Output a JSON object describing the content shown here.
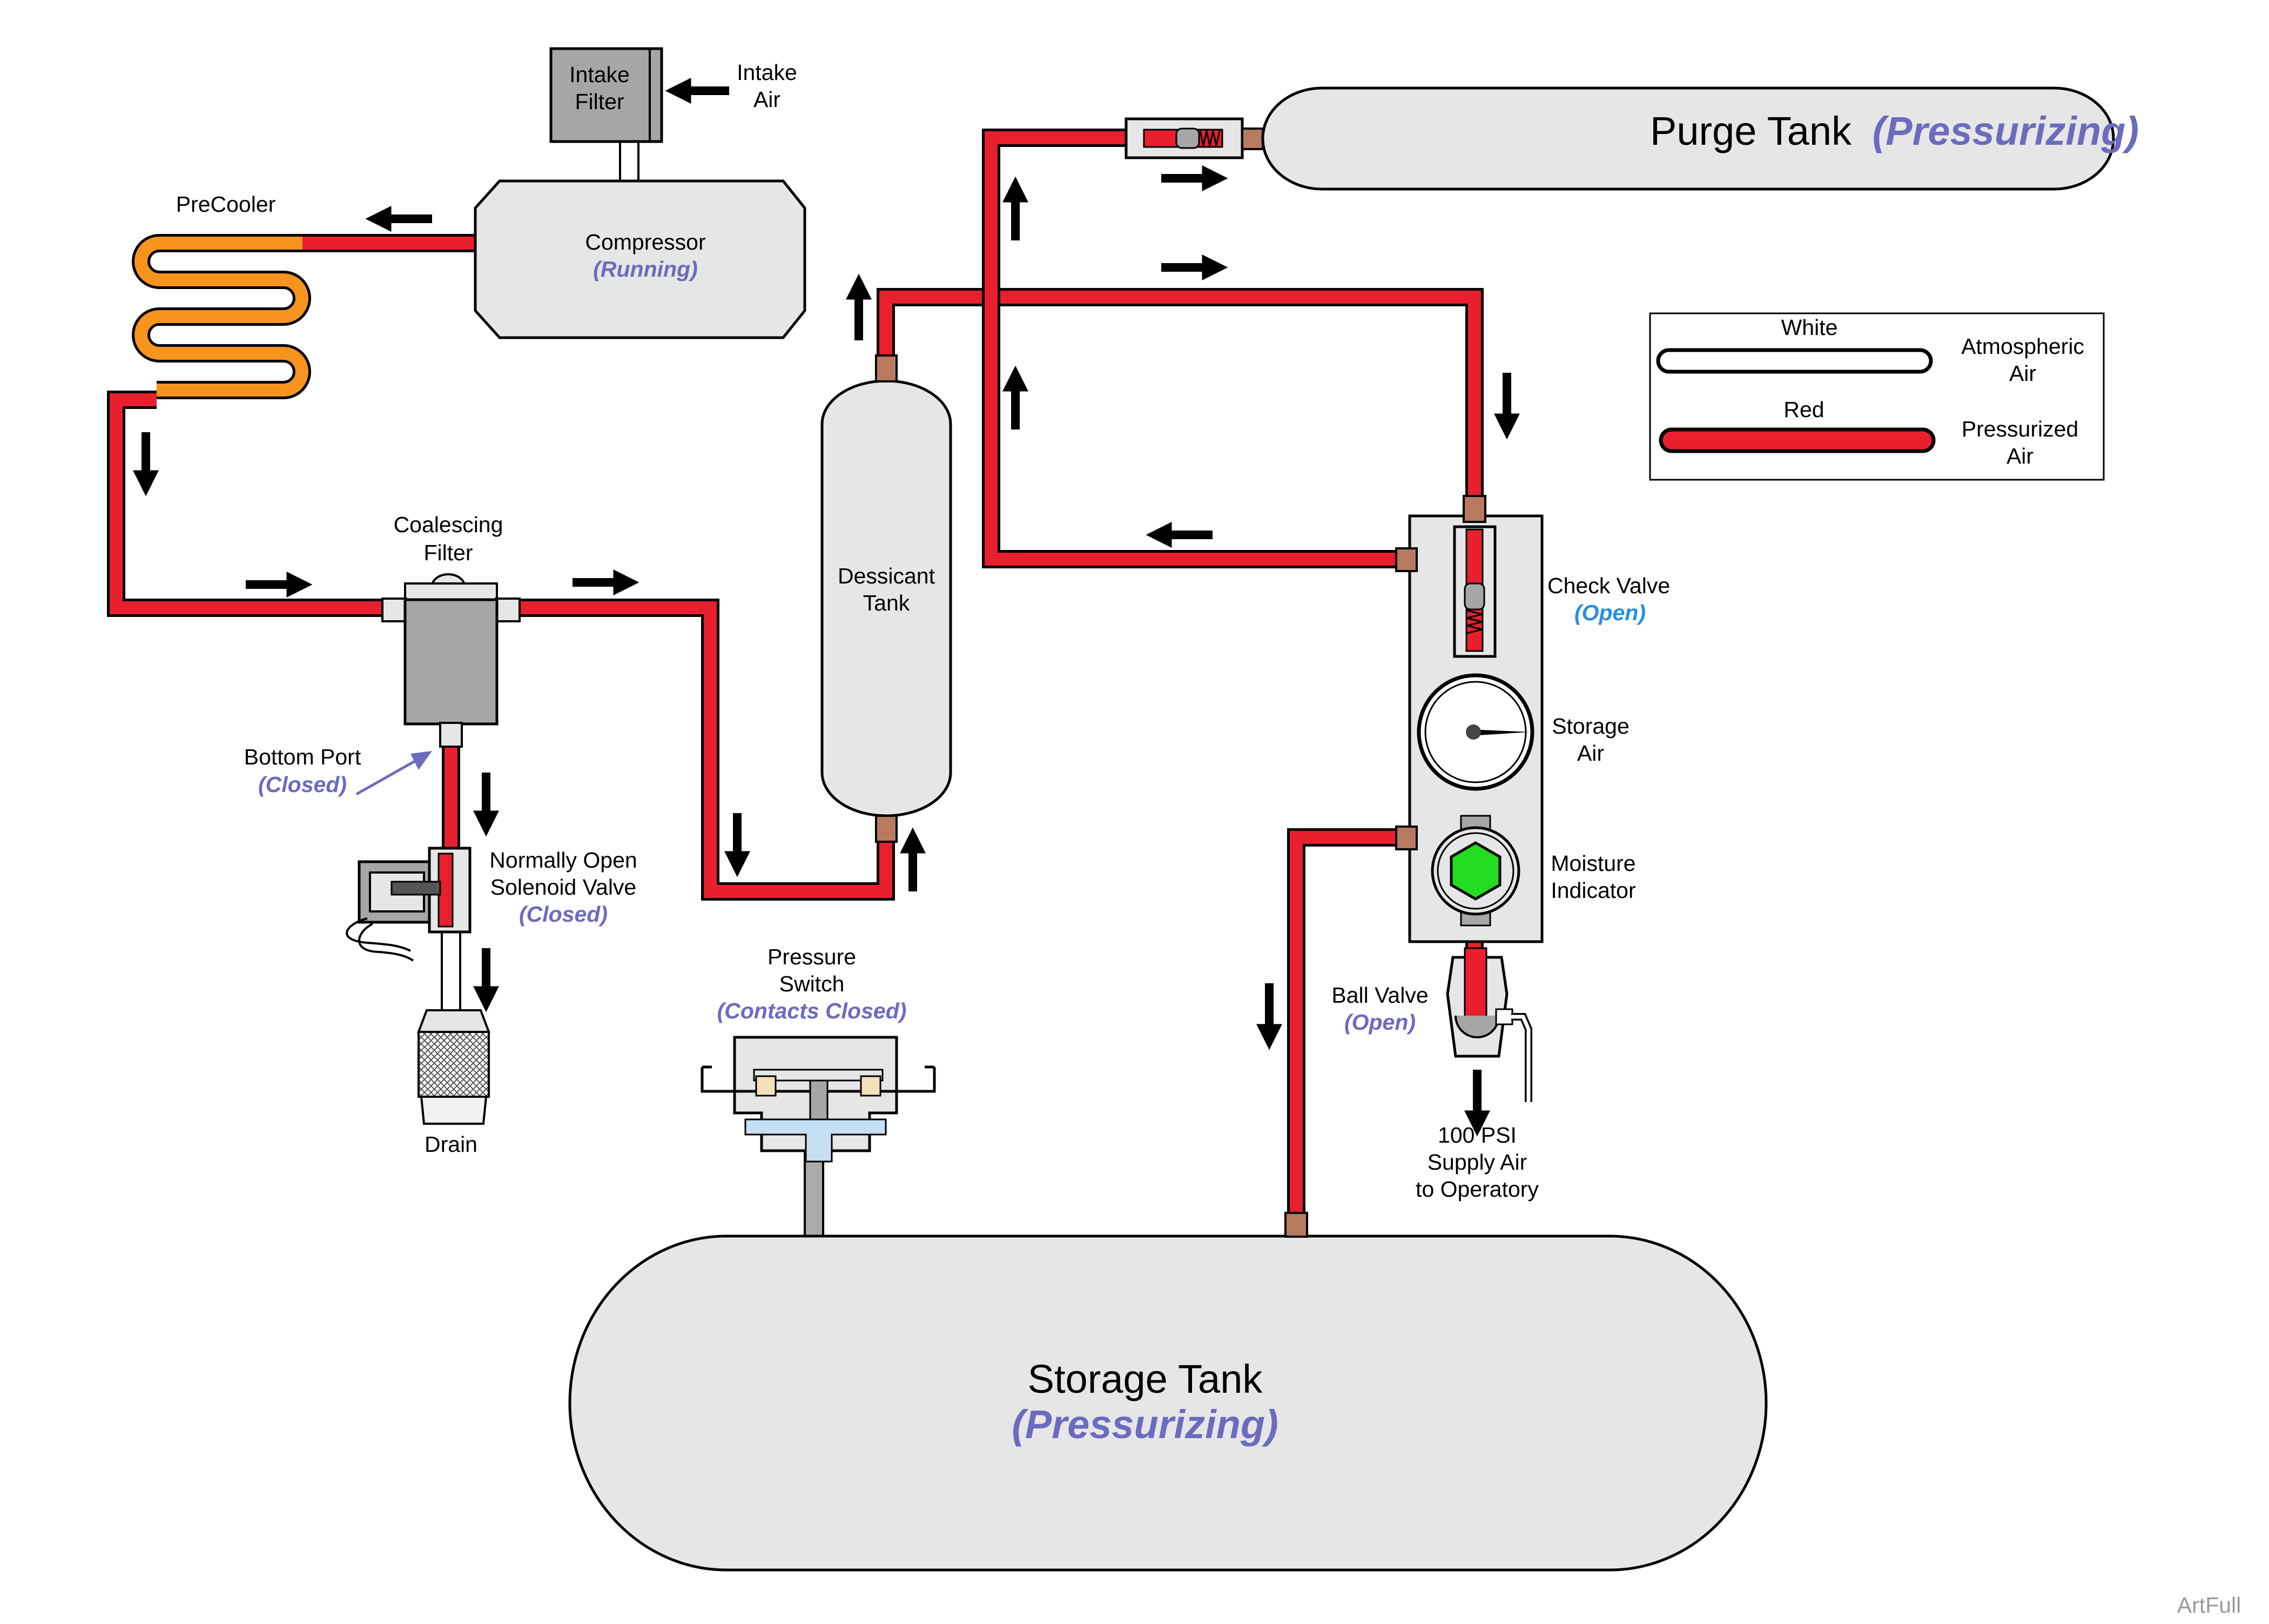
{
  "components": {
    "intake_filter": {
      "label_line1": "Intake",
      "label_line2": "Filter"
    },
    "intake_air": {
      "label_line1": "Intake",
      "label_line2": "Air"
    },
    "compressor": {
      "label": "Compressor",
      "status": "(Running)"
    },
    "precooler": {
      "label": "PreCooler"
    },
    "coalescing_filter": {
      "label_line1": "Coalescing",
      "label_line2": "Filter"
    },
    "bottom_port": {
      "label": "Bottom Port",
      "status": "(Closed)"
    },
    "solenoid_valve": {
      "label_line1": "Normally Open",
      "label_line2": "Solenoid Valve",
      "status": "(Closed)"
    },
    "drain": {
      "label": "Drain"
    },
    "dessicant_tank": {
      "label_line1": "Dessicant",
      "label_line2": "Tank"
    },
    "purge_tank": {
      "label": "Purge Tank",
      "status": "(Pressurizing)"
    },
    "check_valve": {
      "label": "Check Valve",
      "status": "(Open)"
    },
    "storage_air_gauge": {
      "label_line1": "Storage",
      "label_line2": "Air"
    },
    "moisture_indicator": {
      "label_line1": "Moisture",
      "label_line2": "Indicator"
    },
    "ball_valve": {
      "label": "Ball Valve",
      "status": "(Open)"
    },
    "supply_air": {
      "line1": "100 PSI",
      "line2": "Supply Air",
      "line3": "to Operatory"
    },
    "pressure_switch": {
      "label_line1": "Pressure",
      "label_line2": "Switch",
      "status": "(Contacts Closed)"
    },
    "storage_tank": {
      "label": "Storage Tank",
      "status": "(Pressurizing)"
    }
  },
  "legend": {
    "white_title": "White",
    "white_desc_line1": "Atmospheric",
    "white_desc_line2": "Air",
    "red_title": "Red",
    "red_desc_line1": "Pressurized",
    "red_desc_line2": "Air"
  },
  "footer": {
    "tag": "ArtFull"
  },
  "colors": {
    "pressurized_pipe": "#e8202e",
    "precooler_coil": "#f7941d",
    "component_fill": "#e6e6e6",
    "filter_grey": "#a6a6a6",
    "status_text": "#6b6bbf",
    "check_valve_status": "#2a8fe0",
    "moisture_indicator": "#22dd22",
    "fitting_brown": "#b87a5e"
  }
}
